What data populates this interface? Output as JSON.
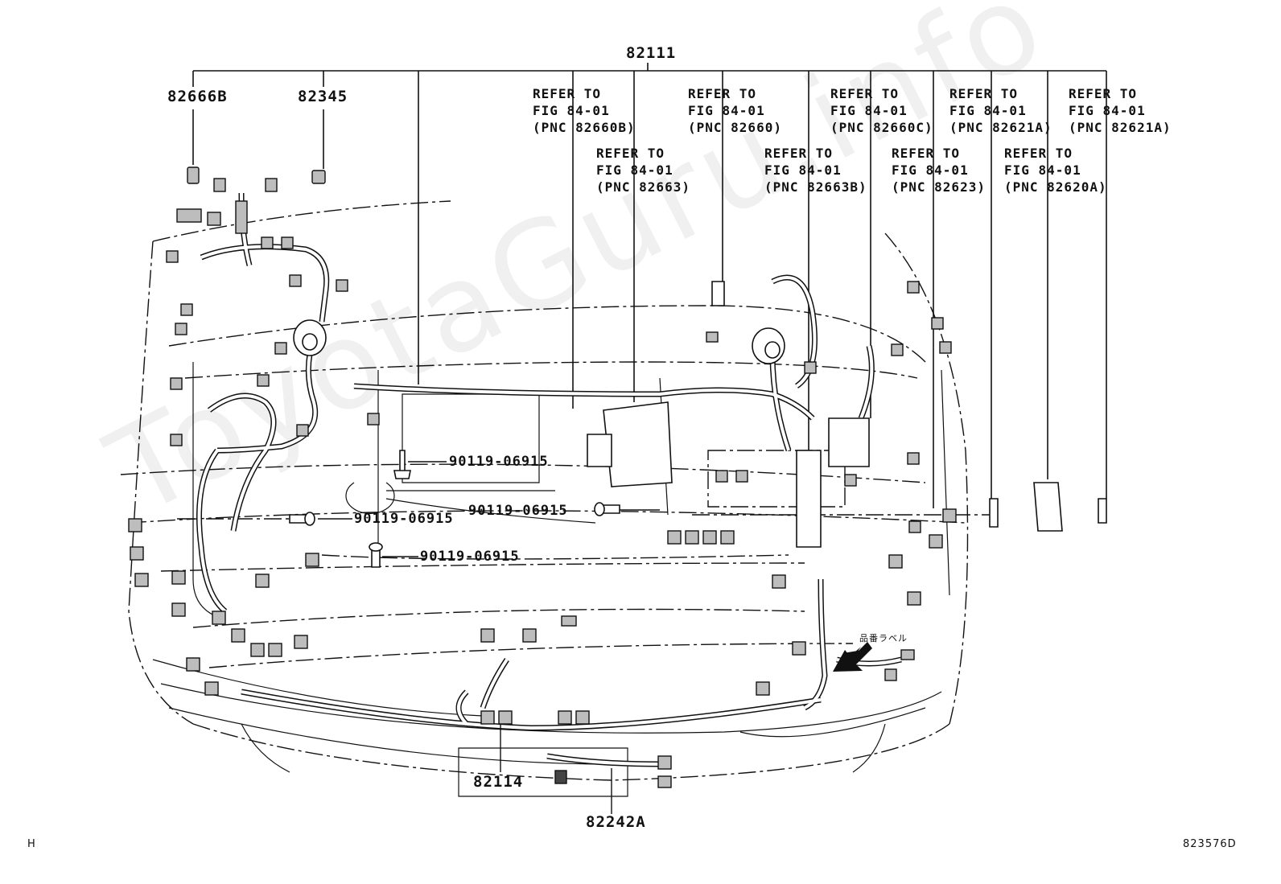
{
  "top_part": "82111",
  "parts": {
    "p82666B": "82666B",
    "p82345": "82345",
    "p82114": "82114",
    "p82242A": "82242A"
  },
  "refs": [
    {
      "id": "r1",
      "text": "REFER TO\nFIG 84-01\n(PNC 82660B)"
    },
    {
      "id": "r2",
      "text": "REFER TO\nFIG 84-01\n(PNC 82663)"
    },
    {
      "id": "r3",
      "text": "REFER TO\nFIG 84-01\n(PNC 82660)"
    },
    {
      "id": "r4",
      "text": "REFER TO\nFIG 84-01\n(PNC 82663B)"
    },
    {
      "id": "r5",
      "text": "REFER TO\nFIG 84-01\n(PNC 82660C)"
    },
    {
      "id": "r6",
      "text": "REFER TO\nFIG 84-01\n(PNC 82623)"
    },
    {
      "id": "r7",
      "text": "REFER TO\nFIG 84-01\n(PNC 82621A)"
    },
    {
      "id": "r8",
      "text": "REFER TO\nFIG 84-01\n(PNC 82620A)"
    },
    {
      "id": "r9",
      "text": "REFER TO\nFIG 84-01\n(PNC 82621A)"
    }
  ],
  "bolts": {
    "b1": "90119-06915",
    "b2": "90119-06915",
    "b3": "90119-06915",
    "b4": "90119-06915"
  },
  "label_note": "品番ラベル",
  "corner_left": "H",
  "corner_right": "823576D",
  "watermark": "ToyotaGuru.info"
}
